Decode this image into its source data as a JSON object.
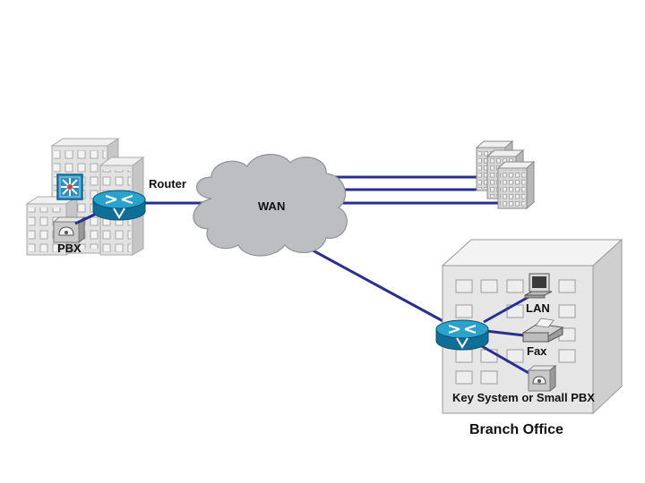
{
  "labels": {
    "router": "Router",
    "wan": "WAN",
    "pbx": "PBX",
    "lan": "LAN",
    "fax": "Fax",
    "key_system": "Key System or Small PBX",
    "branch_office": "Branch Office"
  },
  "colors": {
    "link": "#2a2f8f",
    "router_top": "#2aa3cc",
    "router_side": "#0f6f97",
    "cloud": "#bdbfc2",
    "building_front": "#e3e3e3",
    "building_side": "#c6c6c6",
    "window": "#f2f2f2"
  },
  "icons": [
    "voice-router-icon",
    "cloud-icon",
    "office-building-icon",
    "multilayer-switch-icon",
    "pbx-phone-icon",
    "workstation-icon",
    "fax-icon"
  ]
}
